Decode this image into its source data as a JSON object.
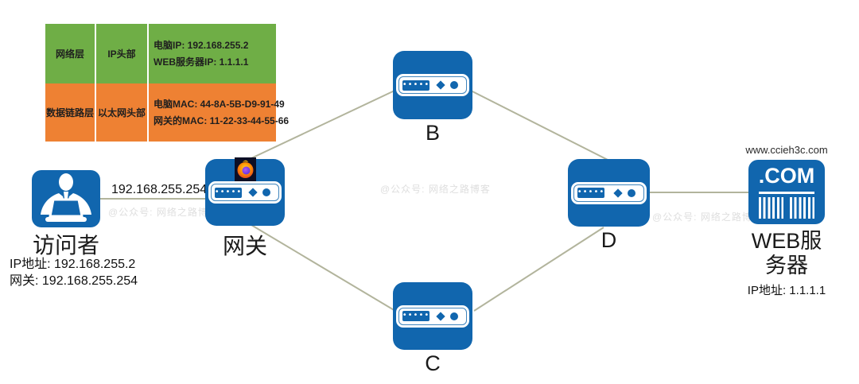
{
  "watermark": "@公众号: 网络之路博客",
  "colors": {
    "node_blue": "#1166ae",
    "table_green": "#6fae46",
    "table_orange": "#ee8133",
    "link_line": "#b2b49c"
  },
  "encapsulation_table": {
    "rows": [
      {
        "layer": "网络层",
        "header_type": "IP头部",
        "detail_line1": "电脑IP: 192.168.255.2",
        "detail_line2": "WEB服务器IP: 1.1.1.1"
      },
      {
        "layer": "数据链路层",
        "header_type": "以太网头部",
        "detail_line1": "电脑MAC: 44-8A-5B-D9-91-49",
        "detail_line2": "网关的MAC: 11-22-33-44-55-66"
      }
    ]
  },
  "visitor": {
    "label": "访问者",
    "ip_line": "IP地址: 192.168.255.2",
    "gateway_line": "网关: 192.168.255.254"
  },
  "link_label": "192.168.255.254",
  "gateway": {
    "label": "网关"
  },
  "router_b": {
    "label": "B"
  },
  "router_c": {
    "label": "C"
  },
  "router_d": {
    "label": "D"
  },
  "web_server": {
    "url": "www.ccieh3c.com",
    "icon_text": ".COM",
    "label": "WEB服务器",
    "ip_line": "IP地址: 1.1.1.1"
  }
}
